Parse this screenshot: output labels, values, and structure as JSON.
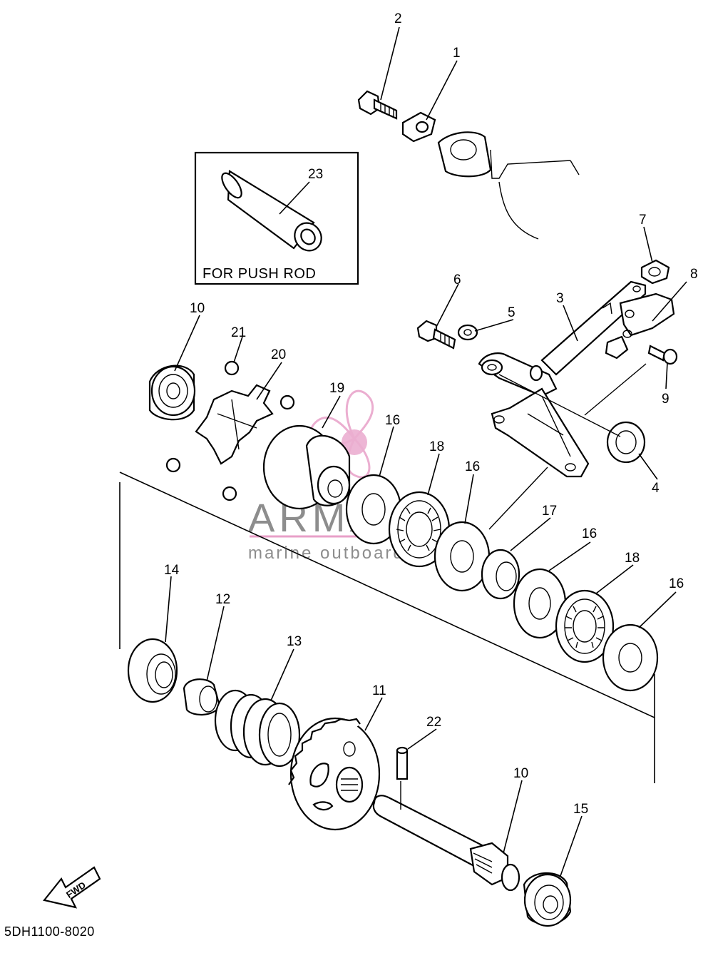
{
  "diagram": {
    "footer_code": "5DH1100-8020",
    "inset_caption": "FOR PUSH ROD",
    "direction_label": "FWD",
    "watermark": {
      "title": "ARMADA",
      "subtitle": "marine outboards",
      "color": "#e8a0c8"
    },
    "labels": [
      {
        "id": "l1",
        "text": "1"
      },
      {
        "id": "l2",
        "text": "2"
      },
      {
        "id": "l3",
        "text": "3"
      },
      {
        "id": "l4",
        "text": "4"
      },
      {
        "id": "l5",
        "text": "5"
      },
      {
        "id": "l6",
        "text": "6"
      },
      {
        "id": "l7",
        "text": "7"
      },
      {
        "id": "l8",
        "text": "8"
      },
      {
        "id": "l9",
        "text": "9"
      },
      {
        "id": "l10a",
        "text": "10"
      },
      {
        "id": "l10b",
        "text": "10"
      },
      {
        "id": "l11",
        "text": "11"
      },
      {
        "id": "l12",
        "text": "12"
      },
      {
        "id": "l13",
        "text": "13"
      },
      {
        "id": "l14",
        "text": "14"
      },
      {
        "id": "l15",
        "text": "15"
      },
      {
        "id": "l16a",
        "text": "16"
      },
      {
        "id": "l16b",
        "text": "16"
      },
      {
        "id": "l16c",
        "text": "16"
      },
      {
        "id": "l16d",
        "text": "16"
      },
      {
        "id": "l17",
        "text": "17"
      },
      {
        "id": "l18a",
        "text": "18"
      },
      {
        "id": "l18b",
        "text": "18"
      },
      {
        "id": "l19",
        "text": "19"
      },
      {
        "id": "l20",
        "text": "20"
      },
      {
        "id": "l21",
        "text": "21"
      },
      {
        "id": "l22",
        "text": "22"
      },
      {
        "id": "l23",
        "text": "23"
      }
    ]
  }
}
